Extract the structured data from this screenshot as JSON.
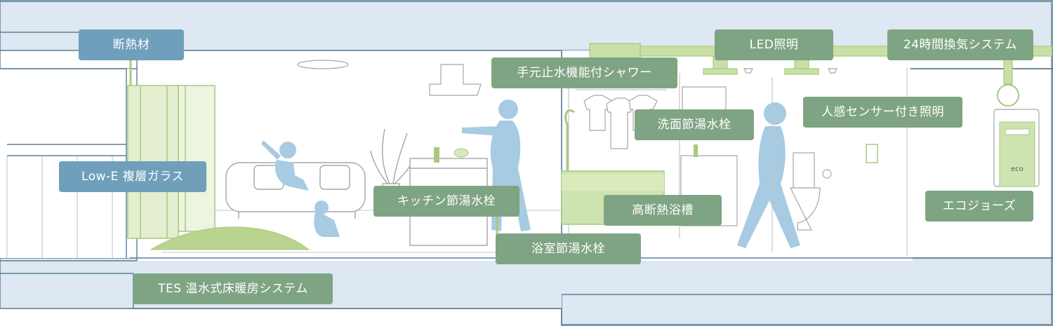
{
  "labels": {
    "insulation": "断熱材",
    "lowe_glass": "Low-E 複層ガラス",
    "floor_heating": "TES 温水式床暖房システム",
    "hand_shower": "手元止水機能付シャワー",
    "kitchen_faucet": "キッチン節湯水栓",
    "bath_faucet": "浴室節湯水栓",
    "washbasin_faucet": "洗面節湯水栓",
    "insulated_tub": "高断熱浴槽",
    "led_lighting": "LED照明",
    "ventilation": "24時間換気システム",
    "sensor_light": "人感センサー付き照明",
    "ecojozu": "エコジョーズ"
  },
  "water_heater_panel": "eco",
  "colors": {
    "wall_fill": "#dde8f2",
    "wall_line": "#5b7d97",
    "line_art": "#a3a8a4",
    "silhouette": "#a6cbe2",
    "green_fill": "#cfe3b1",
    "green_line": "#a8c97e",
    "label_green": "#7fa483",
    "label_blue": "#6f9fbb"
  }
}
